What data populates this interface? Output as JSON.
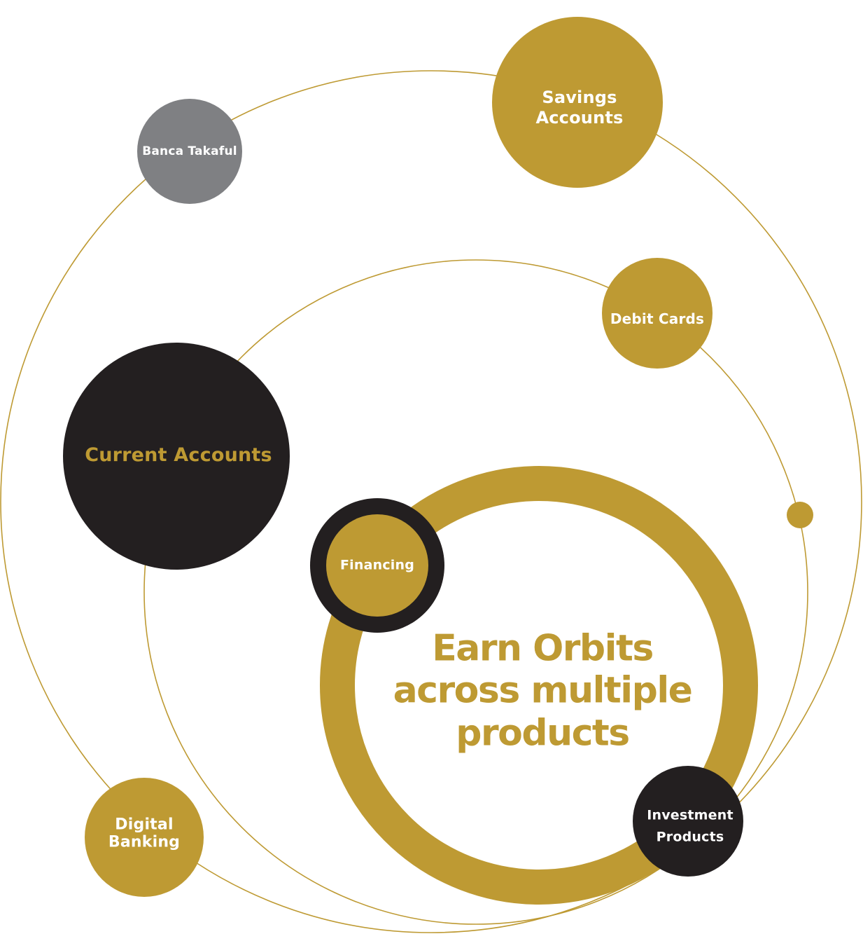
{
  "colors": {
    "gold": "#BE9A33",
    "black": "#231F20",
    "gray": "#7F8083",
    "white": "#FFFFFF"
  },
  "center_title": {
    "lines": [
      "Earn Orbits",
      "across multiple",
      "products"
    ],
    "color": "#BE9A33"
  },
  "products": {
    "savings": {
      "lines": [
        "Savings",
        "Accounts"
      ],
      "fill": "#BE9A33",
      "text_color": "#FFFFFF"
    },
    "banca": {
      "lines": [
        "Banca Takaful"
      ],
      "fill": "#7F8083",
      "text_color": "#FFFFFF"
    },
    "debit": {
      "lines": [
        "Debit Cards"
      ],
      "fill": "#BE9A33",
      "text_color": "#FFFFFF"
    },
    "current": {
      "lines": [
        "Current Accounts"
      ],
      "fill": "#231F20",
      "text_color": "#BE9A33"
    },
    "financing": {
      "lines": [
        "Financing"
      ],
      "fill": "#BE9A33",
      "ring": "#231F20",
      "text_color": "#FFFFFF"
    },
    "investment": {
      "lines": [
        "Investment",
        "Products"
      ],
      "fill": "#231F20",
      "text_color": "#FFFFFF"
    },
    "digital": {
      "lines": [
        "Digital",
        "Banking"
      ],
      "fill": "#BE9A33",
      "text_color": "#FFFFFF"
    }
  }
}
